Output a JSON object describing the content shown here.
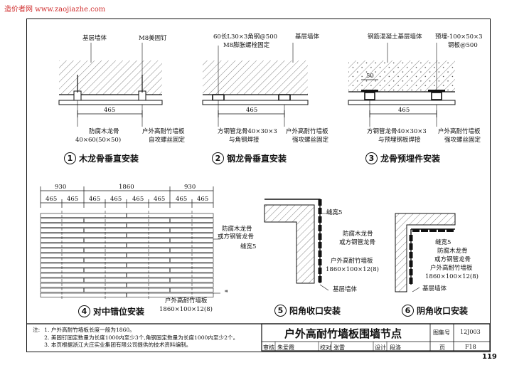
{
  "watermark": "造价者网 www.zaojiazhe.com",
  "page_number": "119",
  "details": [
    {
      "num": "1",
      "title": "木龙骨垂直安装",
      "labels": {
        "wall": "基层墙体",
        "nail": "M8美固钉",
        "dim": "465",
        "keel1": "防腐木龙骨",
        "keel2": "40×60(50×50)",
        "panel1": "户外高耐竹墙板",
        "panel2": "自攻螺丝固定"
      }
    },
    {
      "num": "2",
      "title": "钢龙骨垂直安装",
      "labels": {
        "angle1": "60长L30×3角钢@500",
        "angle2": "M8膨胀螺栓固定",
        "wall": "基层墙体",
        "dim": "465",
        "keel1": "方钢管龙骨40×30×3",
        "keel2": "与角钢焊接",
        "panel1": "户外高耐竹墙板",
        "panel2": "强攻螺丝固定"
      }
    },
    {
      "num": "3",
      "title": "龙骨预埋件安装",
      "labels": {
        "wall": "钢筋混凝土基层墙体",
        "embed1": "预埋-100×50×3",
        "embed2": "钢板@500",
        "dim50": "50",
        "dim": "465",
        "keel1": "方钢管龙骨40×30×3",
        "keel2": "与预埋钢板焊接",
        "panel1": "户外高耐竹墙板",
        "panel2": "强攻螺丝固定"
      }
    },
    {
      "num": "4",
      "title": "对中错位安装",
      "labels": {
        "d930a": "930",
        "d1860": "1860",
        "d930b": "930",
        "d465": [
          "465",
          "465",
          "465",
          "465",
          "465",
          "465",
          "465",
          "465"
        ],
        "keel1": "防腐木龙骨",
        "keel2": "或方钢管龙骨",
        "gap": "缝宽5",
        "panel1": "户外高耐竹墙板",
        "panel2": "1860×100×12(8)"
      }
    },
    {
      "num": "5",
      "title": "阳角收口安装",
      "labels": {
        "gap": "缝宽5",
        "keel1": "防腐木龙骨",
        "keel2": "或方钢管龙骨",
        "panel1": "户外高耐竹墙板",
        "panel2": "1860×100×12(8)",
        "wall": "基层墙体"
      }
    },
    {
      "num": "6",
      "title": "阴角收口安装",
      "labels": {
        "gap": "缝宽5",
        "keel1": "防腐木龙骨",
        "keel2": "或方钢管龙骨",
        "panel1": "户外高耐竹墙板",
        "panel2": "1860×100×12(8)",
        "wall": "基层墙体"
      }
    }
  ],
  "notes": {
    "heading": "注:",
    "items": [
      "1. 户外高耐竹墙板长度一般为1860。",
      "2. 美固钉固定数量为长度1000内至少3个,角钢固定数量为长度1000内至少2个。",
      "3. 本页根据浙江大庄实业集团有限公司提供的技术资料编制。"
    ]
  },
  "title_block": {
    "title": "户外高耐竹墙板围墙节点",
    "atlas_label": "图集号",
    "atlas_value": "12J003",
    "review_label": "审核",
    "review_name": "朱爱霞",
    "check_label": "校对",
    "check_name": "张雷",
    "design_label": "设计",
    "design_name": "段洛",
    "page_label": "页",
    "page_value": "F18"
  }
}
